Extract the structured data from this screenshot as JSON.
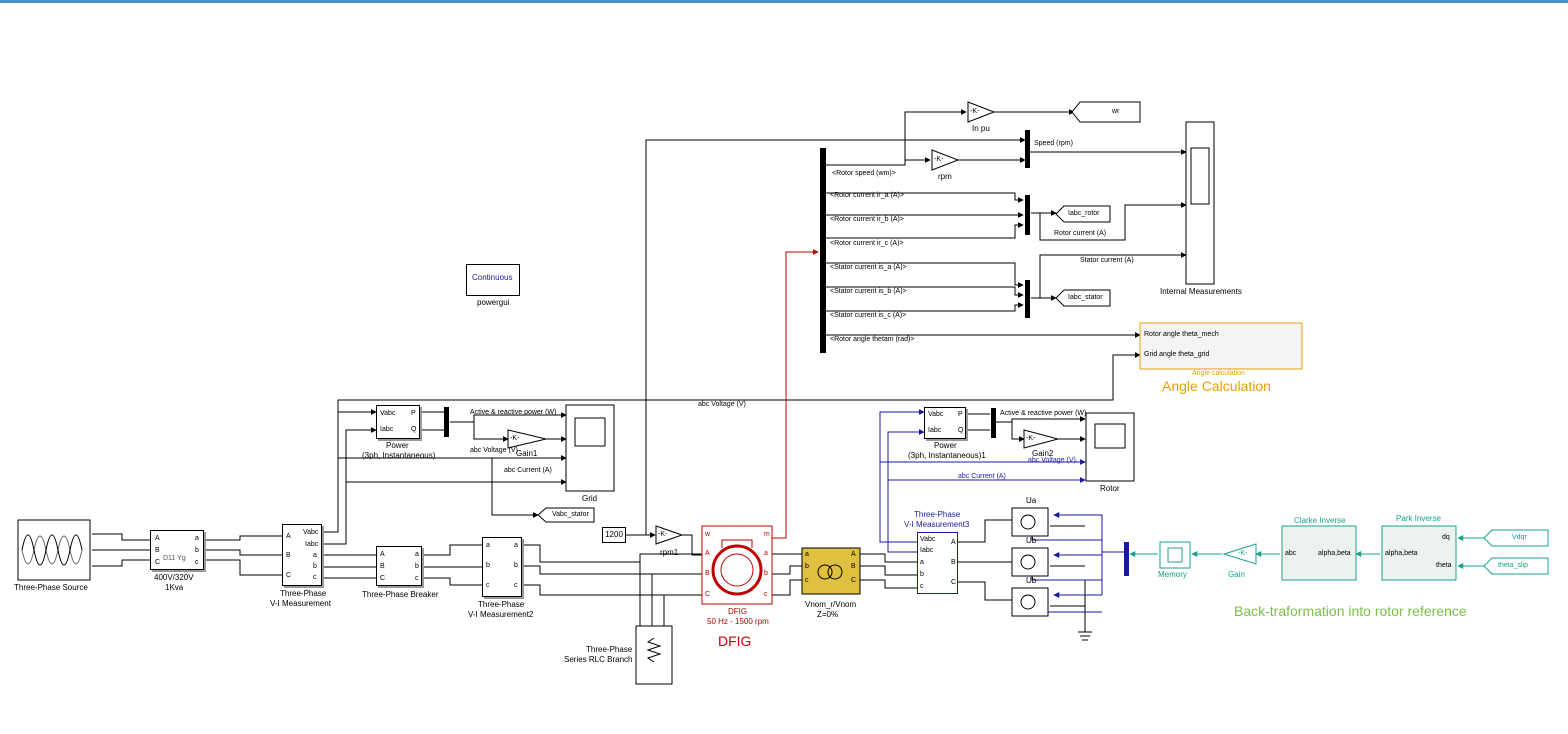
{
  "blocks": {
    "source": "Three-Phase Source",
    "transformer": "400V/320V",
    "transformer_sub": "1Kva",
    "transformer_icon": "D11 Yg",
    "vi1_a": "Three-Phase",
    "vi1_b": "V-I Measurement",
    "breaker": "Three-Phase Breaker",
    "vi2_a": "Three-Phase",
    "vi2_b": "V-I Measurement2",
    "rlc_a": "Three-Phase",
    "rlc_b": "Series RLC Branch",
    "dfig_a": "DFIG",
    "dfig_b": "50 Hz - 1500 rpm",
    "dfig_big": "DFIG",
    "xfmr2_a": "Vnom_r/Vnom",
    "xfmr2_b": "Z=0%",
    "vi3_a": "Three-Phase",
    "vi3_b": "V-I Measurement3",
    "ua": "Ua",
    "ub1": "Ub",
    "ub2": "Ub",
    "memory": "Memory",
    "gain": "Gain",
    "clarke": "Clarke Inverse",
    "park": "Park Inverse",
    "back_caption": "Back-traformation into rotor reference",
    "vdqr": "Vdqr",
    "theta_slip": "theta_slip",
    "powergui_top": "Continuous",
    "powergui": "powergui",
    "const1200": "1200",
    "rpm1": "rpm1",
    "gain_k": "-K-",
    "power1_a": "Power",
    "power1_b": "(3ph, Instantaneous)",
    "power2_a": "Power",
    "power2_b": "(3ph, Instantaneous)1",
    "gain1": "Gain1",
    "gain2": "Gain2",
    "grid_scope": "Grid",
    "rotor_scope": "Rotor",
    "vabc_stator": "Vabc_stator",
    "angle_small": "Angle calculation",
    "angle_big": "Angle Calculation",
    "angle_in1": "Rotor angle theta_mech",
    "angle_in2": "Grid angle theta_grid",
    "inpu": "In pu",
    "wr": "wr",
    "rpm": "rpm",
    "internal": "Internal Measurements",
    "iabc_rotor": "Iabc_rotor",
    "iabc_stator": "Iabc_stator"
  },
  "ports": {
    "vabc": "Vabc",
    "iabc": "Iabc",
    "a": "a",
    "b": "b",
    "c": "c",
    "A": "A",
    "B": "B",
    "C": "C",
    "P": "P",
    "Q": "Q",
    "w": "w",
    "m": "m",
    "abc": "abc",
    "alpha_beta": "alpha,beta",
    "dq": "dq",
    "theta": "theta"
  },
  "signals": {
    "rotor_speed": "<Rotor speed (wm)>",
    "ir_a": "<Rotor current ir_a (A)>",
    "ir_b": "<Rotor current ir_b (A)>",
    "ir_c": "<Rotor current ir_c (A)>",
    "is_a": "<Stator current is_a (A)>",
    "is_b": "<Stator current is_b (A)>",
    "is_c": "<Stator current is_c (A)>",
    "thetam": "<Rotor angle thetam (rad)>",
    "speed_rpm": "Speed (rpm)",
    "rotor_current": "Rotor current (A)",
    "stator_current": "Stator current (A)",
    "abc_voltage": "abc Voltage (V)",
    "abc_current": "abc Current (A)",
    "act_react": "Active & reactive power (W)",
    "act_react2": "Active & reactive power (W)",
    "abc_voltage_b": "abc Voltage (V)",
    "abc_current_b": "abc Current (A)",
    "abc_voltage_top": "abc Voltage (V)"
  },
  "colors": {
    "black_line": "#000000",
    "red_line": "#c00000",
    "blue_line": "#1a1aa0",
    "green_line": "#1aa08c",
    "dfig_red": "#c00000",
    "transformer_fill": "#e0c040",
    "angle_border": "#e8a000"
  }
}
